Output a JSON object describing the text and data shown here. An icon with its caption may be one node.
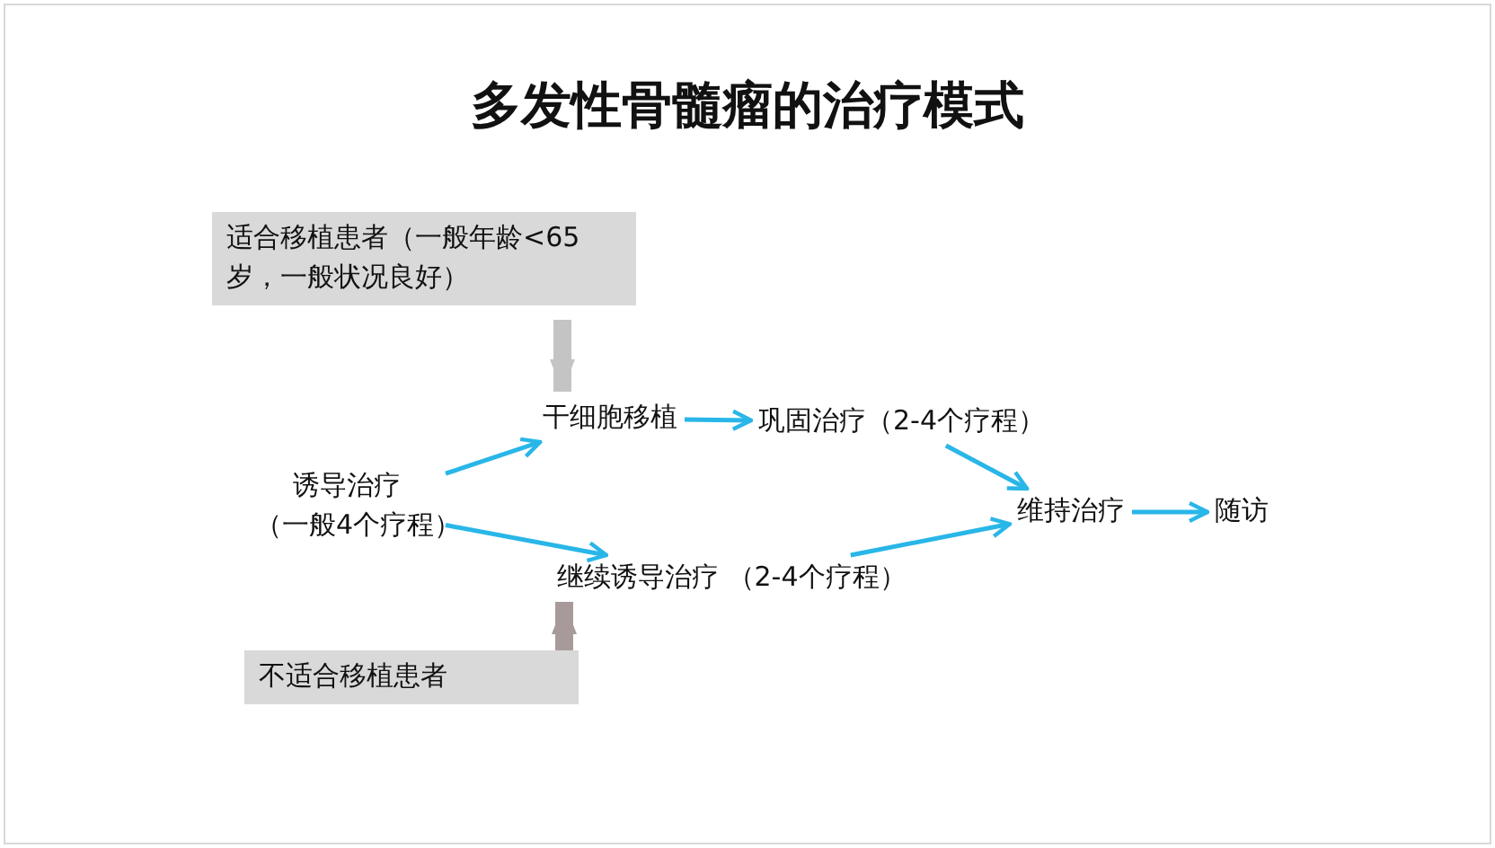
{
  "diagram": {
    "title": "多发性骨髓瘤的治疗模式",
    "nodes": [
      {
        "text": [
          "适合移植患者（一般年龄<65岁，一般状况良好）"
        ]
      },
      {
        "text": [
          "诱导治疗",
          "（一般4个疗程）"
        ]
      },
      {
        "text": [
          "干细胞移植"
        ]
      },
      {
        "text": [
          "巩固治疗（2-4个疗程）"
        ]
      },
      {
        "text": [
          "继续诱导治疗 （2-4个疗程）"
        ]
      },
      {
        "text": [
          "不适合移植患者"
        ]
      },
      {
        "text": [
          "维持治疗"
        ]
      },
      {
        "text": [
          "随访"
        ]
      }
    ],
    "edges": [
      {
        "from": 0,
        "to": 2,
        "arrow": "to",
        "style": "thick",
        "color": "#c4c4c4"
      },
      {
        "from": 1,
        "to": 2,
        "arrow": "to"
      },
      {
        "from": 1,
        "to": 4,
        "arrow": "to"
      },
      {
        "from": 2,
        "to": 3,
        "arrow": "to"
      },
      {
        "from": 5,
        "to": 4,
        "arrow": "to",
        "style": "thick",
        "color": "#a89a9a"
      },
      {
        "from": 3,
        "to": 6,
        "arrow": "to"
      },
      {
        "from": 4,
        "to": 6,
        "arrow": "to"
      },
      {
        "from": 6,
        "to": 7,
        "arrow": "to"
      }
    ]
  }
}
